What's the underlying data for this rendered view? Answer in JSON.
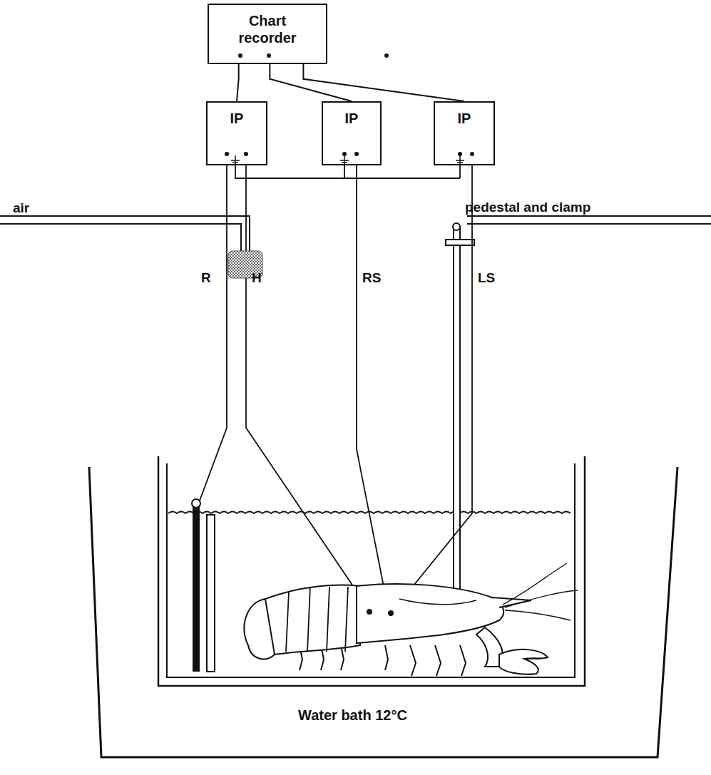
{
  "diagram": {
    "nodes": [
      {
        "text": [
          "Chart recorder"
        ]
      },
      {
        "text": [
          "IP"
        ]
      },
      {
        "text": [
          "IP"
        ]
      },
      {
        "text": [
          "IP"
        ]
      }
    ],
    "edges": [
      {
        "from": 0,
        "to": 1,
        "arrow": "none"
      },
      {
        "from": 0,
        "to": 2,
        "arrow": "none"
      },
      {
        "from": 0,
        "to": 3,
        "arrow": "none"
      }
    ],
    "labels": [
      "R",
      "H",
      "RS",
      "LS",
      "air",
      "pedestal and clamp",
      "Water bath 12°C"
    ]
  }
}
